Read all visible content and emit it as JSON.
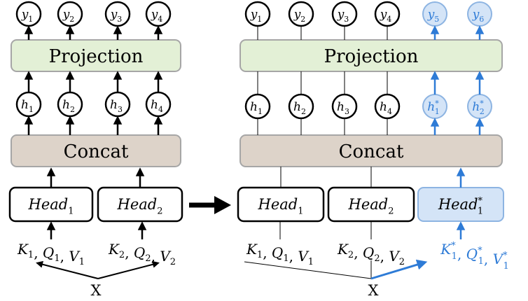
{
  "left": {
    "outputs": [
      {
        "base": "y",
        "sub": "1"
      },
      {
        "base": "y",
        "sub": "2"
      },
      {
        "base": "y",
        "sub": "3"
      },
      {
        "base": "y",
        "sub": "4"
      }
    ],
    "projection_label": "Projection",
    "hidden": [
      {
        "base": "h",
        "sub": "1"
      },
      {
        "base": "h",
        "sub": "2"
      },
      {
        "base": "h",
        "sub": "3"
      },
      {
        "base": "h",
        "sub": "4"
      }
    ],
    "concat_label": "Concat",
    "heads": [
      {
        "base": "Head",
        "sub": "1"
      },
      {
        "base": "Head",
        "sub": "2"
      }
    ],
    "kqv": [
      {
        "k": "1",
        "q": "1",
        "v": "1"
      },
      {
        "k": "2",
        "q": "2",
        "v": "2"
      }
    ],
    "input_label": "X"
  },
  "right": {
    "outputs": [
      {
        "base": "y",
        "sub": "1"
      },
      {
        "base": "y",
        "sub": "2"
      },
      {
        "base": "y",
        "sub": "3"
      },
      {
        "base": "y",
        "sub": "4"
      },
      {
        "base": "y",
        "sub": "5"
      },
      {
        "base": "y",
        "sub": "6"
      }
    ],
    "projection_label": "Projection",
    "hidden": [
      {
        "base": "h",
        "sub": "1"
      },
      {
        "base": "h",
        "sub": "2"
      },
      {
        "base": "h",
        "sub": "3"
      },
      {
        "base": "h",
        "sub": "4"
      },
      {
        "base": "h",
        "sub": "1",
        "sup": "*"
      },
      {
        "base": "h",
        "sub": "2",
        "sup": "*"
      }
    ],
    "concat_label": "Concat",
    "heads": [
      {
        "base": "Head",
        "sub": "1"
      },
      {
        "base": "Head",
        "sub": "2"
      },
      {
        "base": "Head",
        "sub": "1",
        "sup": "*"
      }
    ],
    "kqv": [
      {
        "k": "1",
        "q": "1",
        "v": "1"
      },
      {
        "k": "2",
        "q": "2",
        "v": "2"
      },
      {
        "k": "1",
        "q": "1",
        "v": "1",
        "sup": "*"
      }
    ],
    "input_label": "X"
  },
  "colors": {
    "projection_fill": "#e3f0d6",
    "concat_fill": "#ddd3c9",
    "new_fill": "#d4e4f7",
    "new_stroke": "#8db4e2",
    "new_text": "#2e7bd6",
    "ink": "#000000",
    "box_stroke": "#a6a6a6"
  }
}
